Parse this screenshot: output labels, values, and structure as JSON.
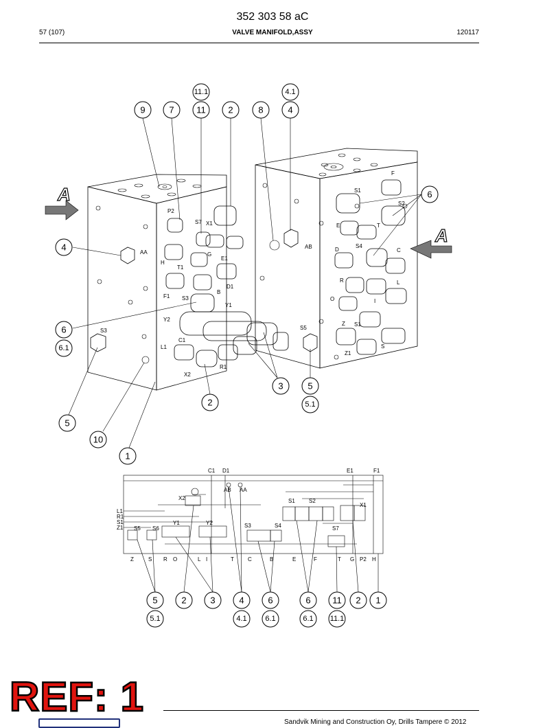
{
  "header": {
    "doc_number": "352 303 58 aC",
    "page": "57 (107)",
    "title": "VALVE MANIFOLD,ASSY",
    "date": "120117"
  },
  "footer": {
    "ref_stamp": "REF: 1",
    "text": "Sandvik Mining and Construction Oy, Drills Tampere © 2012"
  },
  "view_arrows": [
    "A",
    "A"
  ],
  "callouts_top": [
    {
      "id": "9",
      "label": "9"
    },
    {
      "id": "7",
      "label": "7"
    },
    {
      "id": "11",
      "label": "11"
    },
    {
      "id": "11.1",
      "label": "11.1"
    },
    {
      "id": "2a",
      "label": "2"
    },
    {
      "id": "8",
      "label": "8"
    },
    {
      "id": "4",
      "label": "4"
    },
    {
      "id": "4.1",
      "label": "4.1"
    }
  ],
  "callouts_side": [
    {
      "label": "4"
    },
    {
      "label": "6"
    },
    {
      "label": "6.1"
    },
    {
      "label": "5"
    },
    {
      "label": "10"
    },
    {
      "label": "1"
    },
    {
      "label": "6"
    },
    {
      "label": "3"
    },
    {
      "label": "5"
    },
    {
      "label": "5.1"
    },
    {
      "label": "2"
    }
  ],
  "callouts_bottom": [
    {
      "main": "5",
      "sub": "5.1"
    },
    {
      "main": "2",
      "sub": ""
    },
    {
      "main": "3",
      "sub": ""
    },
    {
      "main": "4",
      "sub": "4.1"
    },
    {
      "main": "6",
      "sub": "6.1"
    },
    {
      "main": "6",
      "sub": "6.1"
    },
    {
      "main": "11",
      "sub": "11.1"
    },
    {
      "main": "2",
      "sub": ""
    },
    {
      "main": "1",
      "sub": ""
    }
  ],
  "port_labels_left": [
    "P2",
    "S7",
    "X1",
    "AA",
    "H",
    "G",
    "T1",
    "E1",
    "F1",
    "D1",
    "B",
    "S3",
    "Y1",
    "Y2",
    "S3",
    "C1",
    "L1",
    "R1",
    "X2"
  ],
  "port_labels_right": [
    "F",
    "S1",
    "S2",
    "E",
    "T",
    "AB",
    "D",
    "S4",
    "C",
    "R",
    "L",
    "O",
    "I",
    "Z",
    "S1",
    "S5",
    "S",
    "Z1"
  ],
  "schematic_labels": {
    "top": [
      "C1",
      "D1",
      "E1",
      "F1"
    ],
    "left": [
      "L1",
      "R1",
      "S1",
      "Z1"
    ],
    "valves": [
      "X2",
      "S5",
      "S6",
      "Y1",
      "Y2",
      "S3",
      "S4",
      "S1",
      "S2",
      "X1",
      "S7"
    ],
    "taps": [
      "AB",
      "AA"
    ],
    "bottom": [
      "Z",
      "S",
      "R",
      "O",
      "L",
      "I",
      "T",
      "C",
      "B",
      "E",
      "F",
      "T",
      "G",
      "P2",
      "H"
    ]
  }
}
